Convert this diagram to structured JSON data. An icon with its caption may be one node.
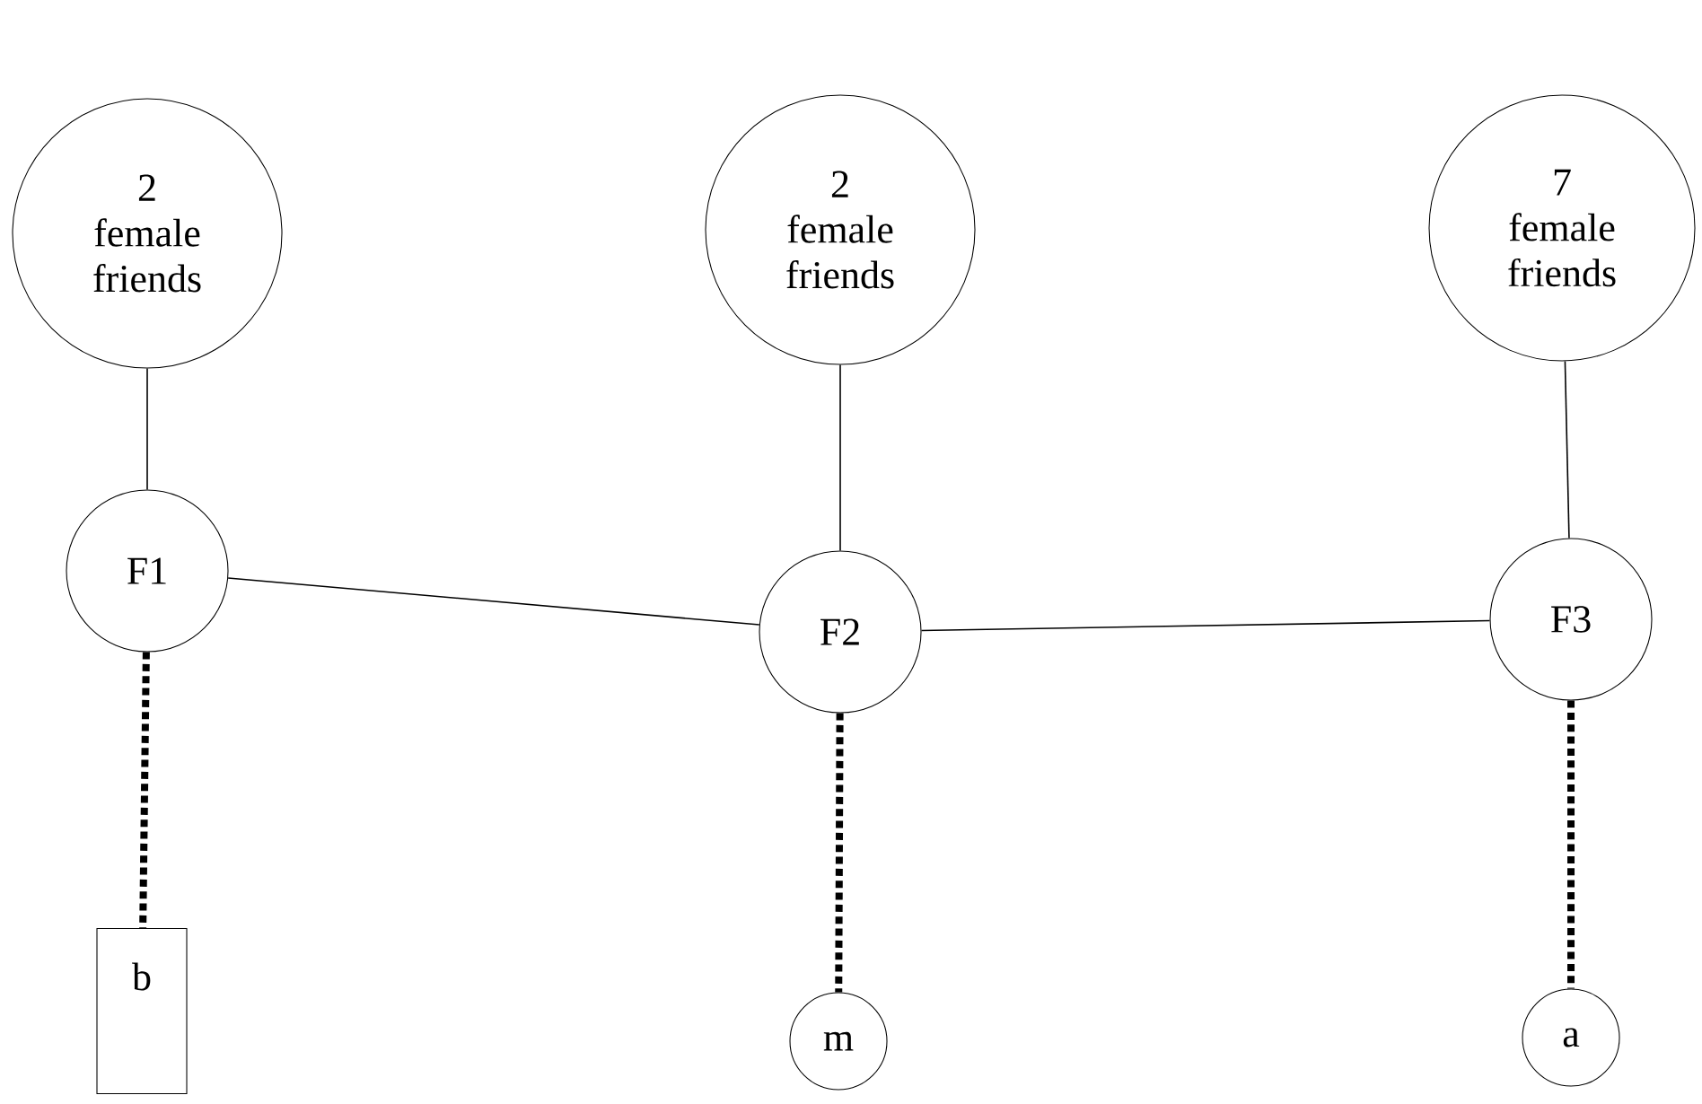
{
  "diagram": {
    "nodes": [
      {
        "text": [
          "2 female friends"
        ]
      },
      {
        "text": [
          "2 female friends"
        ]
      },
      {
        "text": [
          "7 female friends"
        ]
      },
      {
        "text": [
          "F1"
        ]
      },
      {
        "text": [
          "F2"
        ]
      },
      {
        "text": [
          "F3"
        ]
      },
      {
        "text": [
          "b"
        ]
      },
      {
        "text": [
          "m"
        ]
      },
      {
        "text": [
          "a"
        ]
      }
    ],
    "edges": [
      {
        "from": 0,
        "to": 3,
        "arrow": "none"
      },
      {
        "from": 1,
        "to": 4,
        "arrow": "none"
      },
      {
        "from": 2,
        "to": 5,
        "arrow": "none"
      },
      {
        "from": 3,
        "to": 4,
        "arrow": "none"
      },
      {
        "from": 4,
        "to": 5,
        "arrow": "none"
      },
      {
        "from": 3,
        "to": 6,
        "arrow": "none",
        "style": "dashed"
      },
      {
        "from": 4,
        "to": 7,
        "arrow": "none",
        "style": "dashed"
      },
      {
        "from": 5,
        "to": 8,
        "arrow": "none",
        "style": "dashed"
      }
    ]
  }
}
